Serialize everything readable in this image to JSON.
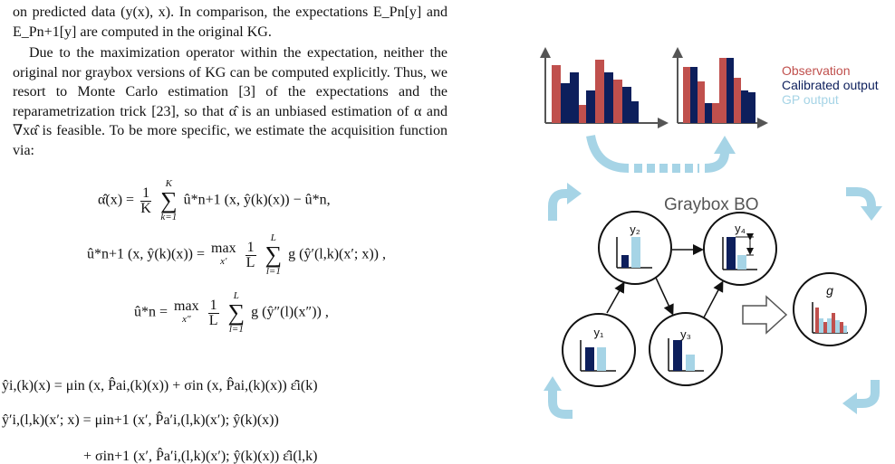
{
  "text": {
    "para1": "on predicted data (y(x), x). In comparison, the expectations E_Pn[y] and E_Pn+1[y] are computed in the original KG.",
    "para2": "Due to the maximization operator within the expectation, neither the original nor graybox versions of KG can be computed explicitly. Thus, we resort to Monte Carlo estimation [3] of the expectations and the reparametrization trick [23], so that α̂ is an unbiased estimation of α and ∇xα̂ is feasible. To be more specific, we estimate the acquisition function via:"
  },
  "equations": {
    "eq1_lhs": "α̂(x) =",
    "eq1_rhs": "û*n+1 (x, ŷ(k)(x)) − û*n,",
    "eq2_lhs": "û*n+1 (x, ŷ(k)(x)) =",
    "eq2_rhs": "g (ŷ′(l,k)(x′; x)) ,",
    "eq3_lhs": "û*n =",
    "eq3_rhs": "g (ŷ″(l)(x″)) ,",
    "eq4": "ŷi,(k)(x) = μin (x, P̂ai,(k)(x)) + σin (x, P̂ai,(k)(x)) ε̂i(k)",
    "eq5": "ŷ′i,(l,k)(x′; x) = μin+1 (x′, P̂a′i,(l,k)(x′); ŷ(k)(x))",
    "eq6": "+ σin+1 (x′, P̂a′i,(l,k)(x′); ŷ(k)(x)) ε̂i(l,k)",
    "one": "1",
    "K": "K",
    "L": "L",
    "k_eq_1": "k=1",
    "l_eq_1": "l=1",
    "max": "max",
    "x_prime": "x′",
    "x_dprime": "x″"
  },
  "figure": {
    "legend": [
      {
        "label": "Observation",
        "color": "#c0504d"
      },
      {
        "label": "Calibrated output",
        "color": "#0d1f5c"
      },
      {
        "label": "GP output",
        "color": "#a6d4e6"
      }
    ],
    "title": "Graybox BO",
    "nodes": {
      "y1": "y₁",
      "y2": "y₂",
      "y3": "y₃",
      "y4": "y₄",
      "g": "g"
    }
  }
}
